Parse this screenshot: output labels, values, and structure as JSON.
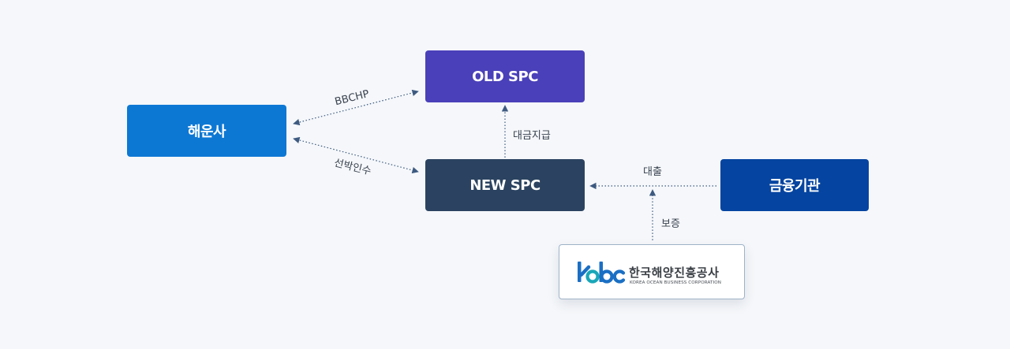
{
  "nodes": {
    "shipping_company": "해운사",
    "old_spc": "OLD SPC",
    "new_spc": "NEW SPC",
    "financial_institution": "금융기관"
  },
  "edges": {
    "bbchp": "BBCHP",
    "ship_acquisition": "선박인수",
    "payment": "대금지급",
    "loan": "대출",
    "guarantee": "보증"
  },
  "kobc": {
    "logo_text": "kobc",
    "name": "한국해양진흥공사",
    "english_name": "KOREA OCEAN BUSINESS CORPORATION"
  },
  "colors": {
    "shipping_company": "#0d78d4",
    "old_spc": "#4a40b9",
    "new_spc": "#2b4360",
    "financial_institution": "#0544a0",
    "arrow": "#3d5a80",
    "kobc_blue": "#1a6fc4",
    "kobc_teal": "#19a7b8"
  }
}
